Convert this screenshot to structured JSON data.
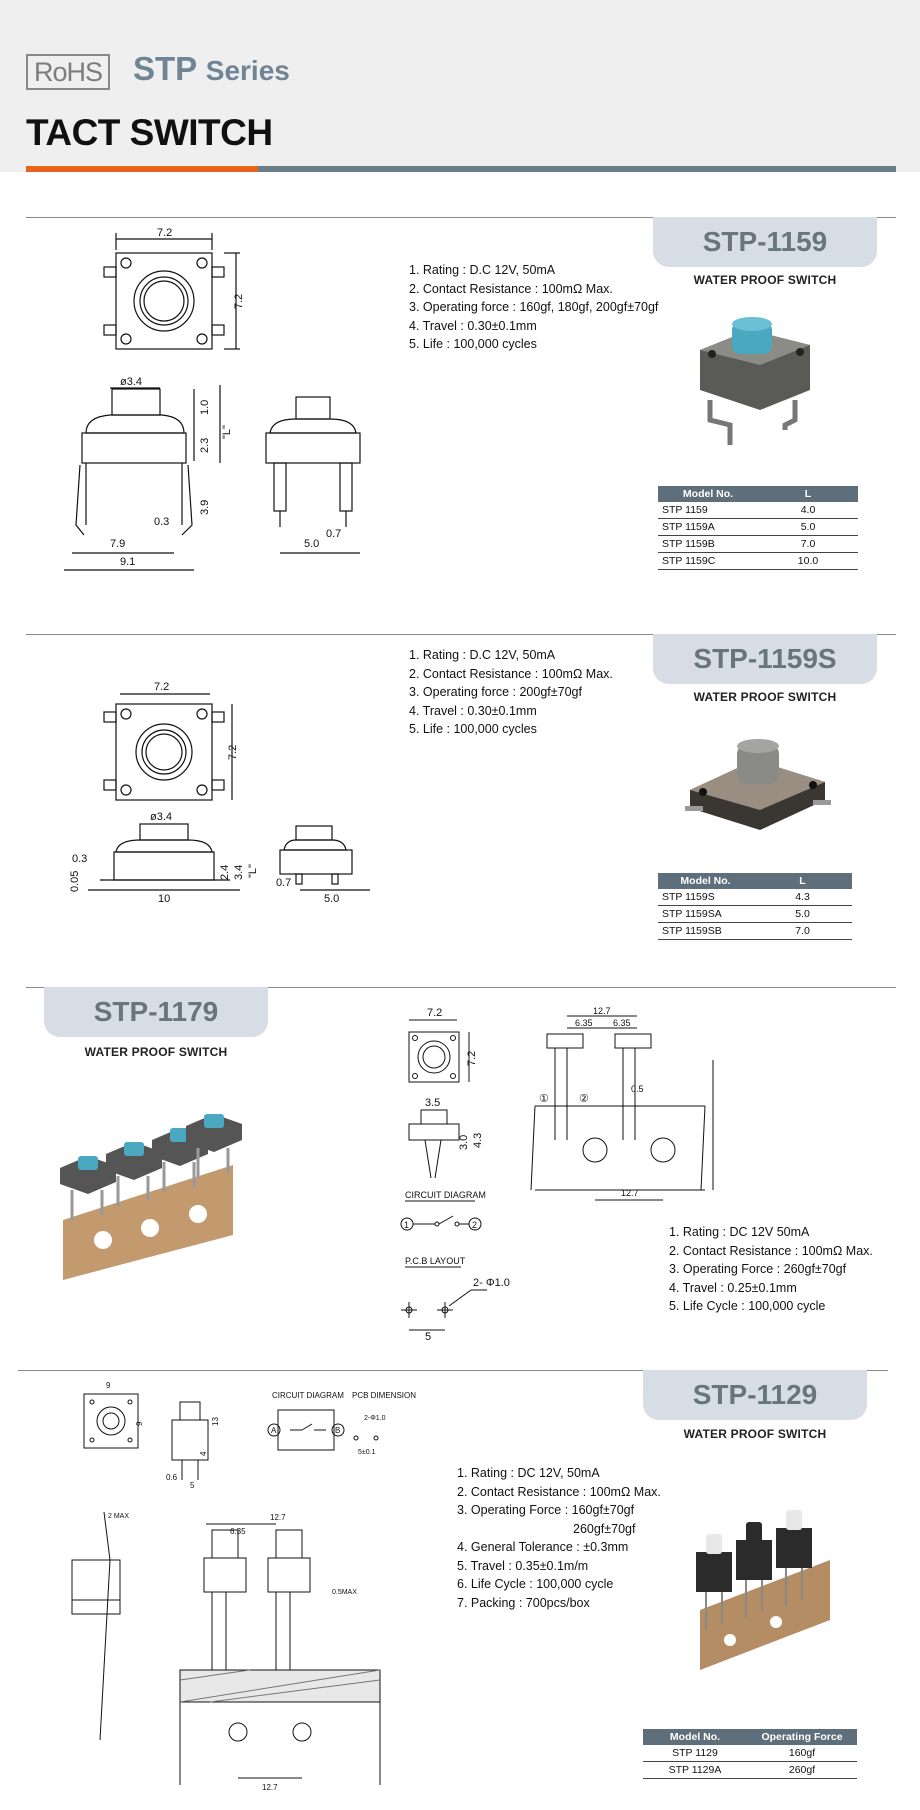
{
  "header": {
    "rohs_logo": "RoHS",
    "series_prefix": "STP",
    "series_suffix": "Series",
    "title": "TACT SWITCH"
  },
  "sections": [
    {
      "model": "STP-1159",
      "subtitle": "WATER PROOF SWITCH",
      "specs": [
        "1. Rating : D.C 12V, 50mA",
        "2. Contact Resistance : 100mΩ Max.",
        "3. Operating force : 160gf, 180gf, 200gf±70gf",
        "4. Travel : 0.30±0.1mm",
        "5. Life : 100,000 cycles"
      ],
      "table_headers": [
        "Model No.",
        "L"
      ],
      "table_rows": [
        [
          "STP 1159",
          "4.0"
        ],
        [
          "STP 1159A",
          "5.0"
        ],
        [
          "STP 1159B",
          "7.0"
        ],
        [
          "STP 1159C",
          "10.0"
        ]
      ],
      "dims": {
        "w": "7.2",
        "h": "7.2",
        "phi": "ø3.4",
        "a": "1.0",
        "b": "2.3",
        "c": "3.9",
        "d": "0.3",
        "e": "7.9",
        "f": "9.1",
        "g": "0.7",
        "k": "5.0",
        "l": "\"L\""
      },
      "cap_color": "#4aa8c0"
    },
    {
      "model": "STP-1159S",
      "subtitle": "WATER PROOF SWITCH",
      "specs": [
        "1. Rating : D.C 12V, 50mA",
        "2. Contact Resistance : 100mΩ Max.",
        "3. Operating force : 200gf±70gf",
        "4. Travel : 0.30±0.1mm",
        "5. Life : 100,000 cycles"
      ],
      "table_headers": [
        "Model No.",
        "L"
      ],
      "table_rows": [
        [
          "STP 1159S",
          "4.3"
        ],
        [
          "STP 1159SA",
          "5.0"
        ],
        [
          "STP 1159SB",
          "7.0"
        ]
      ],
      "dims": {
        "w": "7.2",
        "h": "7.2",
        "phi": "ø3.4",
        "a": "0.3",
        "b": "0.05",
        "c": "2.4",
        "d": "3.4",
        "e": "10",
        "l": "\"L\"",
        "g": "0.7",
        "k": "5.0"
      },
      "cap_color": "#8a8a88"
    },
    {
      "model": "STP-1179",
      "subtitle": "WATER PROOF SWITCH",
      "specs": [
        "1. Rating : DC 12V 50mA",
        "2. Contact Resistance : 100mΩ Max.",
        "3. Operating Force : 260gf±70gf",
        "4. Travel : 0.25±0.1mm",
        "5. Life Cycle : 100,000 cycle"
      ],
      "dims": {
        "w": "7.2",
        "h": "7.2",
        "p1": "12.7",
        "p2": "6.35",
        "p3": "6.35",
        "s1": "0.5",
        "s2": "3.5",
        "s3": "4.3",
        "s4": "3.0",
        "s5": "12.7",
        "s6": "5",
        "pin1": "①",
        "pin2": "②",
        "pcb_hole": "2- Φ1.0"
      },
      "circuit_label": "CIRCUIT DIAGRAM",
      "circuit_pin1": "1",
      "circuit_pin2": "2",
      "pcb_label": "P.C.B LAYOUT",
      "cap_color": "#4aa8c0"
    },
    {
      "model": "STP-1129",
      "subtitle": "WATER PROOF SWITCH",
      "specs": [
        "1. Rating : DC 12V, 50mA",
        "2. Contact Resistance : 100mΩ Max.",
        "3. Operating Force : 160gf±70gf",
        "260gf±70gf",
        "4. General Tolerance : ±0.3mm",
        "5. Travel : 0.35±0.1m/m",
        "6. Life Cycle : 100,000 cycle",
        "7. Packing : 700pcs/box"
      ],
      "table_headers": [
        "Model No.",
        "Operating Force"
      ],
      "table_rows": [
        [
          "STP 1129",
          "160gf"
        ],
        [
          "STP 1129A",
          "260gf"
        ]
      ],
      "circuit_label": "CIRCUIT DIAGRAM",
      "pcb_label": "PCB DIMENSION",
      "circuit_a": "A",
      "circuit_b": "B",
      "dims": {
        "w": "9",
        "h": "9",
        "m1": "2 MAX",
        "m2": "12.7",
        "m3": "6.35",
        "m4": "0.5MAX",
        "m5": "12.7",
        "m6": "2-Φ1.0",
        "m7": "5±0.1",
        "m8": "13",
        "m9": "4",
        "m10": "5",
        "m11": "0.6"
      },
      "cap_color": "#e8e8e8"
    }
  ]
}
